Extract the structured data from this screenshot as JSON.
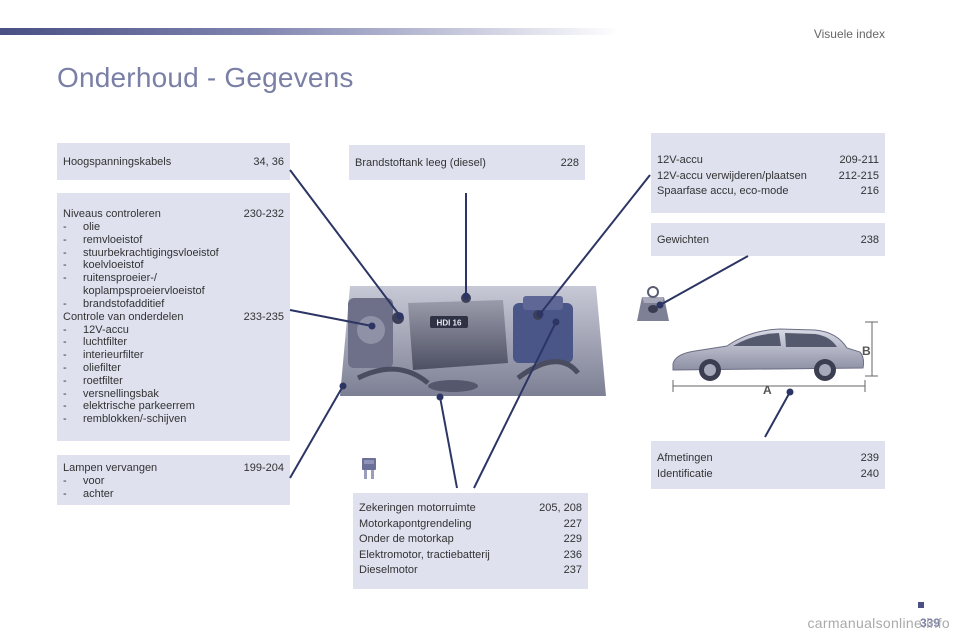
{
  "header": {
    "section": "Visuele index",
    "title": "Onderhoud - Gegevens"
  },
  "boxes": {
    "hv": {
      "rows": [
        {
          "label": "Hoogspanningskabels",
          "pages": "34, 36"
        }
      ]
    },
    "levels": {
      "rows": [
        {
          "label": "Niveaus controleren",
          "pages": "230-232"
        }
      ],
      "items": [
        "olie",
        "remvloeistof",
        "stuurbekrachtigingsvloeistof",
        "koelvloeistof",
        "ruitensproeier-/"
      ],
      "cont": "koplampsproeiervloeistof",
      "items2": [
        "brandstofadditief"
      ],
      "rows2": [
        {
          "label": "Controle van onderdelen",
          "pages": "233-235"
        }
      ],
      "items3": [
        "12V-accu",
        "luchtfilter",
        "interieurfilter",
        "oliefilter",
        "roetfilter",
        "versnellingsbak",
        "elektrische parkeerrem",
        "remblokken/-schijven"
      ]
    },
    "lamps": {
      "rows": [
        {
          "label": "Lampen vervangen",
          "pages": "199-204"
        }
      ],
      "items": [
        "voor",
        "achter"
      ]
    },
    "tank": {
      "rows": [
        {
          "label": "Brandstoftank leeg (diesel)",
          "pages": "228"
        }
      ]
    },
    "battery": {
      "rows": [
        {
          "label": "12V-accu",
          "pages": "209-211"
        },
        {
          "label": "12V-accu verwijderen/plaatsen",
          "pages": "212-215"
        },
        {
          "label": "Spaarfase accu, eco-mode",
          "pages": "216"
        }
      ]
    },
    "weights": {
      "rows": [
        {
          "label": "Gewichten",
          "pages": "238"
        }
      ]
    },
    "dims": {
      "rows": [
        {
          "label": "Afmetingen",
          "pages": "239"
        },
        {
          "label": "Identificatie",
          "pages": "240"
        }
      ]
    },
    "fuses": {
      "rows": [
        {
          "label": "Zekeringen motorruimte",
          "pages": "205, 208"
        },
        {
          "label": "Motorkapontgrendeling",
          "pages": "227"
        },
        {
          "label": "Onder de motorkap",
          "pages": "229"
        },
        {
          "label": "Elektromotor, tractiebatterij",
          "pages": "236"
        },
        {
          "label": "Dieselmotor",
          "pages": "237"
        }
      ]
    }
  },
  "figure": {
    "engine_badge": "HDI 16",
    "dim_a": "A",
    "dim_b": "B"
  },
  "footer": {
    "page_number": "339",
    "watermark": "carmanualsonline.info"
  },
  "colors": {
    "box": "#dfe1ef",
    "accent": "#4a4f84",
    "title": "#7a7fa6",
    "leader": "#2c3563"
  }
}
